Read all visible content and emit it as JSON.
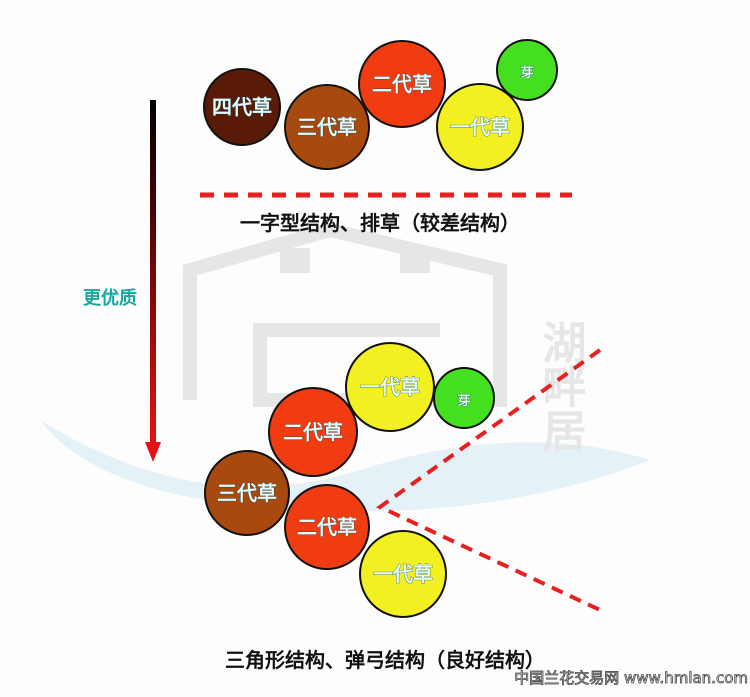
{
  "top": {
    "circles": [
      {
        "label": "四代草",
        "color": "#5a1a08"
      },
      {
        "label": "三代草",
        "color": "#a84a10"
      },
      {
        "label": "二代草",
        "color": "#f03c10"
      },
      {
        "label": "一代草",
        "color": "#f2f020"
      },
      {
        "label": "芽",
        "color": "#44e020"
      }
    ],
    "caption": "一字型结构、排草（较差结构）"
  },
  "bottom": {
    "circles": [
      {
        "label": "一代草",
        "color": "#f2f020"
      },
      {
        "label": "芽",
        "color": "#44e020"
      },
      {
        "label": "二代草",
        "color": "#f03c10"
      },
      {
        "label": "三代草",
        "color": "#a84a10"
      },
      {
        "label": "二代草",
        "color": "#f03c10"
      },
      {
        "label": "一代草",
        "color": "#f2f020"
      }
    ],
    "caption": "三角形结构、弹弓结构（良好结构）"
  },
  "arrow_label": "更优质",
  "watermark": {
    "logo": "湖畔居",
    "site": "中国兰花交易网 www.hmlan.com"
  },
  "colors": {
    "dash": "#e82020",
    "arrow_label": "#16a8a0"
  }
}
